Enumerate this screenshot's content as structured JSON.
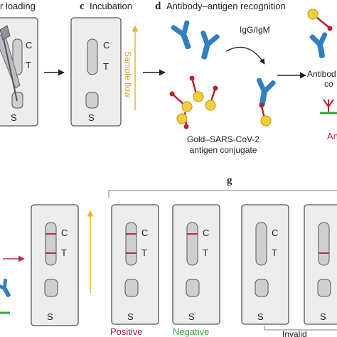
{
  "panels": {
    "b": {
      "letter": "",
      "title": "r loading"
    },
    "c": {
      "letter": "c",
      "title": "Incubation"
    },
    "d": {
      "letter": "d",
      "title": "Antibody–antigen recognition"
    },
    "g": {
      "letter": "g"
    }
  },
  "cassette_labels": {
    "control": "C",
    "test": "T",
    "sample": "S"
  },
  "flow_label": "Sample flow",
  "igg_label": "IgG/IgM",
  "conjugate_label": [
    "Gold–SARS-CoV-2",
    "antigen conjugate"
  ],
  "complex_label": [
    "Antibod",
    "co"
  ],
  "antigen_partial": "An",
  "results": {
    "positive": "Positive",
    "negative": "Negative",
    "invalid": "Invalid"
  },
  "colors": {
    "antibody": "#2f7fc1",
    "gold": "#f2cf3a",
    "gold_stroke": "#c9a11c",
    "linker": "#b5242d",
    "test_line": "#c22a49",
    "flow_arrow": "#e7b52e",
    "positive": "#b0174f",
    "negative": "#3aa23a",
    "cassette_fill": "#ededed",
    "cassette_stroke": "#555555"
  }
}
